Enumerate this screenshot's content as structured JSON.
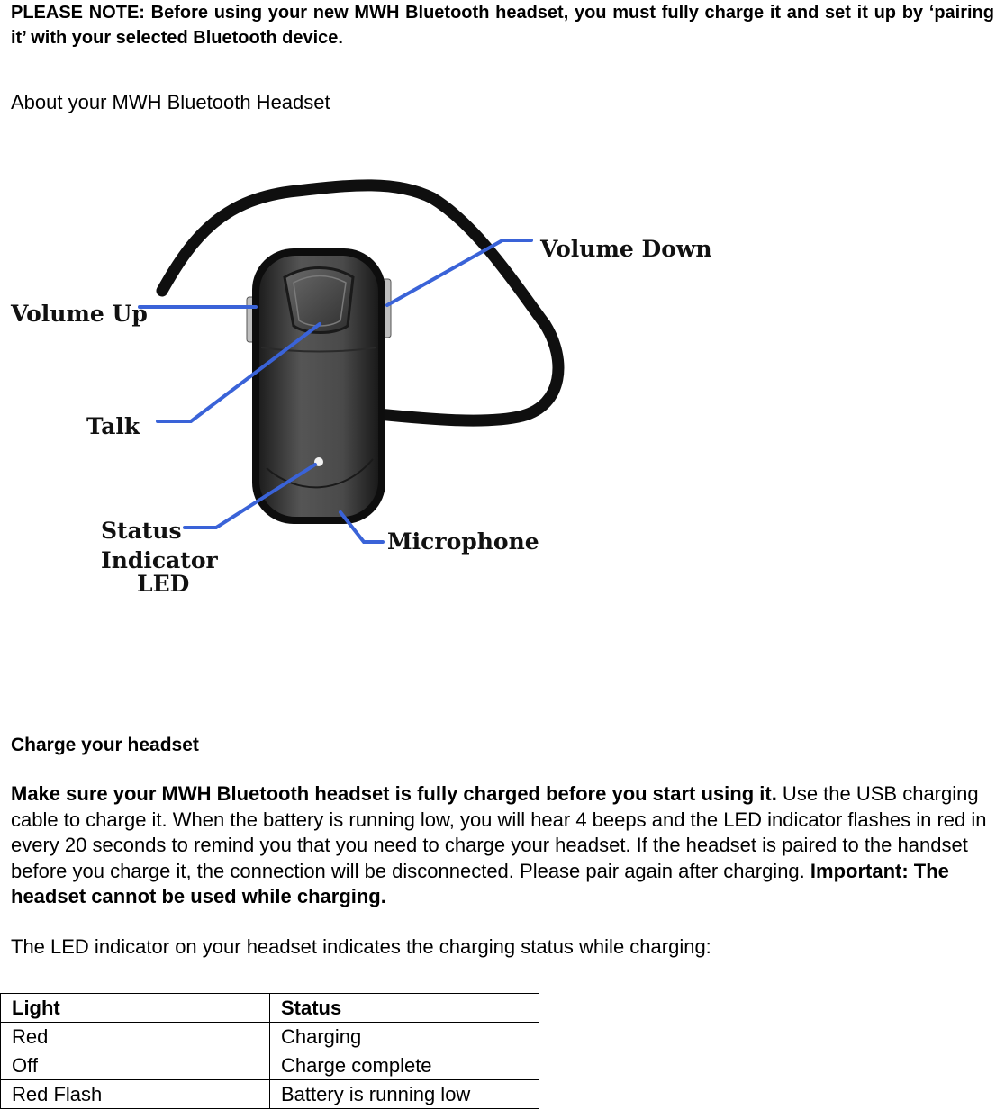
{
  "note": {
    "text": "PLEASE NOTE: Before using your new MWH Bluetooth headset, you must fully charge it and set it up by ‘pairing it’ with your selected Bluetooth device."
  },
  "about_heading": "About your MWH Bluetooth Headset",
  "figure": {
    "labels": {
      "volume_down": "Volume Down",
      "volume_up": "Volume Up",
      "talk": "Talk",
      "status_line1": "Status",
      "status_line2": "Indicator",
      "status_line3": "LED",
      "microphone": "Microphone"
    },
    "colors": {
      "callout_line": "#3a63d8",
      "body": "#3c3c3c",
      "frame": "#0d0d0d"
    }
  },
  "charge": {
    "heading": "Charge your headset",
    "bold_intro": "Make sure your MWH Bluetooth headset is fully charged before you start using it.",
    "body": " Use the USB charging cable to charge it. When the battery is running low, you will hear 4 beeps and the LED indicator flashes in red in every 20 seconds to remind you that you need to charge your headset. If the headset is paired to the handset before you charge it, the connection will be disconnected. Please pair again after charging. ",
    "important": "Important: The headset cannot be used while charging.",
    "led_intro": "The LED indicator on your headset indicates the charging status while charging:"
  },
  "table": {
    "headers": [
      "Light",
      "Status"
    ],
    "rows": [
      [
        "Red",
        "Charging"
      ],
      [
        "Off",
        "Charge complete"
      ],
      [
        "Red Flash",
        "Battery is running low"
      ]
    ]
  }
}
